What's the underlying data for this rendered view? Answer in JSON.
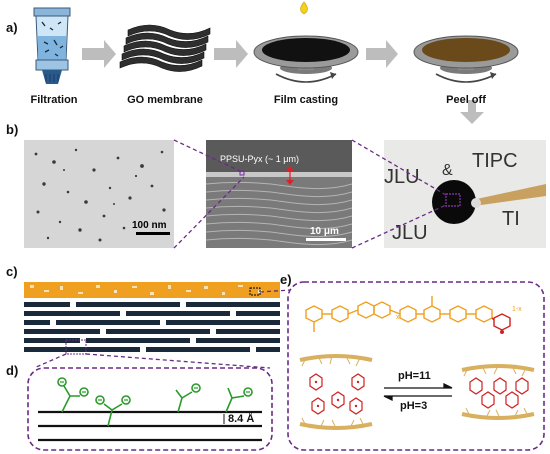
{
  "panels": {
    "a": "a)",
    "b": "b)",
    "c": "c)",
    "d": "d)",
    "e": "e)"
  },
  "steps": {
    "filtration": "Filtration",
    "go_membrane": "GO membrane",
    "film_casting": "Film casting",
    "peel_off": "Peel off"
  },
  "micrographs": {
    "tem_scale": "100 nm",
    "sem_layer": "PPSU-Pyx (~ 1 μm)",
    "sem_scale": "10 μm",
    "photo_text": [
      "JLU",
      "&",
      "TIPC",
      "JLU",
      "TI"
    ]
  },
  "interlayer": {
    "spacing": "8.4 Å"
  },
  "ph_switch": {
    "forward": "pH=11",
    "reverse": "pH=3"
  },
  "chem_labels": {
    "subscript_x": "x",
    "subscript_1x": "1-x"
  },
  "colors": {
    "accent_purple": "#6a2a86",
    "polymer_orange": "#f0a020",
    "carboxyl_green": "#2a9a2a",
    "pyridine_red": "#d02020",
    "membrane_navy": "#1a2a3a"
  }
}
